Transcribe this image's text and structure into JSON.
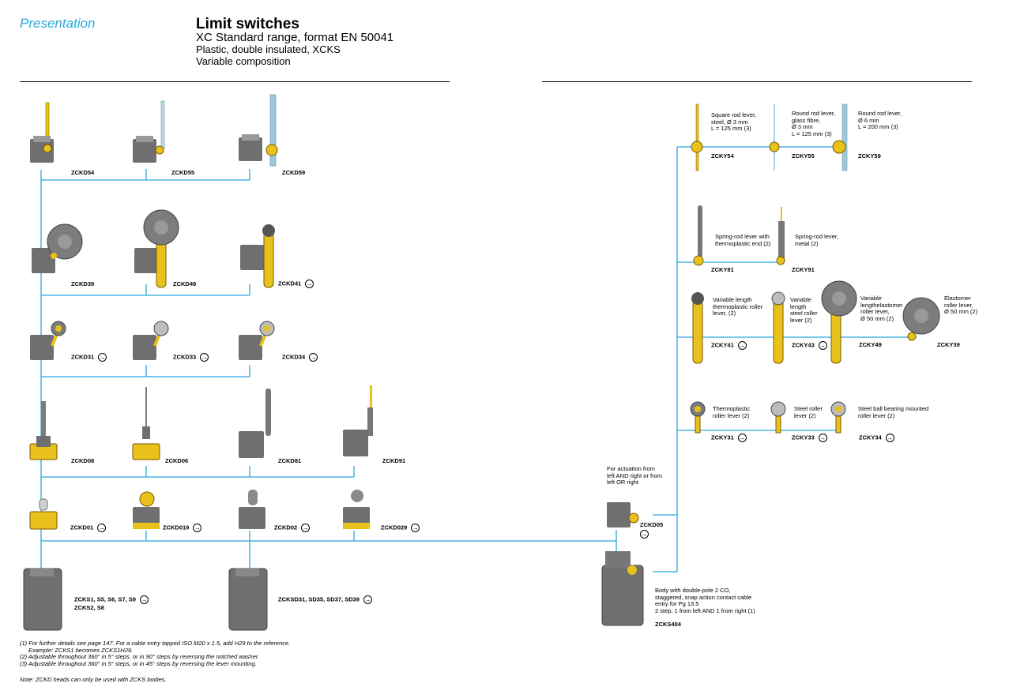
{
  "header": {
    "section": "Presentation",
    "title": "Limit switches",
    "subtitle1": "XC Standard range, format EN 50041",
    "subtitle2": "Plastic, double insulated, XCKS",
    "subtitle3": "Variable composition"
  },
  "heads": {
    "zckd54": "ZCKD54",
    "zckd55": "ZCKD55",
    "zckd59": "ZCKD59",
    "zckd39": "ZCKD39",
    "zckd49": "ZCKD49",
    "zckd41": "ZCKD41",
    "zckd31": "ZCKD31",
    "zckd33": "ZCKD33",
    "zckd34": "ZCKD34",
    "zckd08": "ZCKD08",
    "zckd06": "ZCKD06",
    "zckd81": "ZCKD81",
    "zckd91": "ZCKD91",
    "zckd01": "ZCKD01",
    "zckd019": "ZCKD019",
    "zckd02": "ZCKD02",
    "zckd029": "ZCKD029",
    "zckd05": "ZCKD05",
    "zckd05_desc": [
      "For actuation from",
      "left AND right or from",
      "left OR right"
    ]
  },
  "bodies": {
    "zcks1_line1": "ZCKS1, S5, S6, S7, S9",
    "zcks1_line2": "ZCKS2, S8",
    "zcksd31": "ZCKSD31, SD35, SD37, SD39",
    "zcks404": "ZCKS404",
    "zcks404_desc": [
      "Body with double-pole 2 CO,",
      "staggered, snap action contact cable",
      "entry for Pg 13.5",
      "2 step, 1 from left AND 1 from right (1)"
    ]
  },
  "levers": {
    "zcky54": "ZCKY54",
    "zcky54_desc": [
      "Square rod lever,",
      "steel, Ø 3 mm",
      "L = 125 mm (3)"
    ],
    "zcky55": "ZCKY55",
    "zcky55_desc": [
      "Round rod lever,",
      "glass fibre,",
      "Ø 3 mm",
      "L = 125 mm (3)"
    ],
    "zcky59": "ZCKY59",
    "zcky59_desc": [
      "Round rod lever,",
      "Ø 6 mm",
      "L = 200 mm (3)"
    ],
    "zcky81": "ZCKY81",
    "zcky81_desc": [
      "Spring-rod lever with",
      "thermoplastic end (2)"
    ],
    "zcky91": "ZCKY91",
    "zcky91_desc": [
      "Spring-rod lever,",
      "metal (2)"
    ],
    "zcky41": "ZCKY41",
    "zcky41_desc": [
      "Variable length",
      "thermoplastic roller",
      "lever, (2)"
    ],
    "zcky43": "ZCKY43",
    "zcky43_desc": [
      "Variable",
      "length",
      "steel roller",
      "lever (2)"
    ],
    "zcky49": "ZCKY49",
    "zcky49_desc": [
      "Variable",
      "lengthelastomer",
      "roller lever,",
      "Ø 50 mm (2)"
    ],
    "zcky39": "ZCKY39",
    "zcky39_desc": [
      "Elastomer",
      "roller lever,",
      "Ø 50 mm (2)"
    ],
    "zcky31": "ZCKY31",
    "zcky31_desc": [
      "Thermoplastic",
      "roller lever (2)"
    ],
    "zcky33": "ZCKY33",
    "zcky33_desc": [
      "Steel roller",
      "lever (2)"
    ],
    "zcky34": "ZCKY34",
    "zcky34_desc": [
      "Steel ball bearing mounted",
      "roller lever (2)"
    ]
  },
  "footnotes": {
    "n1": "(1) For further details see page 147. For a cable entry tapped ISO M20 x 1.5, add H29 to the reference.",
    "n1b": "Example: ZCKS1 becomes ZCKS1H29.",
    "n2": "(2) Adjustable throughout 360° in 5° steps, or in 90° steps by reversing the notched washer.",
    "n3": "(3) Adjustable throughout 360° in 5° steps, or in 45° steps by reversing the lever mounting.",
    "note": "Note: ZCKD heads can only be used with ZCKS bodies."
  },
  "arrow_glyph": "→",
  "colors": {
    "accent": "#29a8e0",
    "lever": "#e8c21a",
    "body": "#6f6f6f"
  }
}
